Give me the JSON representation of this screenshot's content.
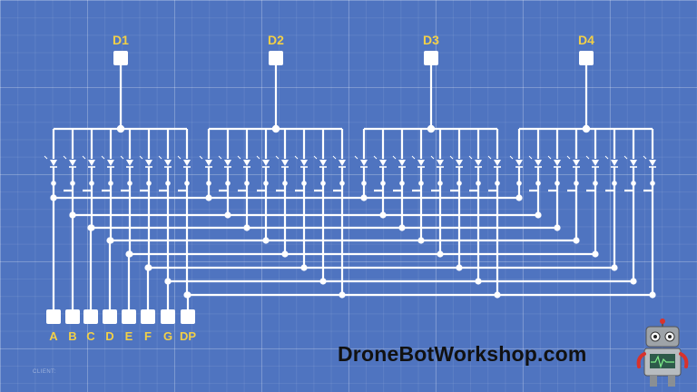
{
  "diagram": {
    "digits": [
      "D1",
      "D2",
      "D3",
      "D4"
    ],
    "segments": [
      "A",
      "B",
      "C",
      "D",
      "E",
      "F",
      "G",
      "DP"
    ]
  },
  "branding": {
    "site": "DroneBotWorkshop.com",
    "client_label": "CLIENT:",
    "mascot": "robot-mascot-icon"
  },
  "colors": {
    "background": "#4f74c0",
    "wire": "#ffffff",
    "label": "#f2d047",
    "brand_text": "#111111"
  }
}
